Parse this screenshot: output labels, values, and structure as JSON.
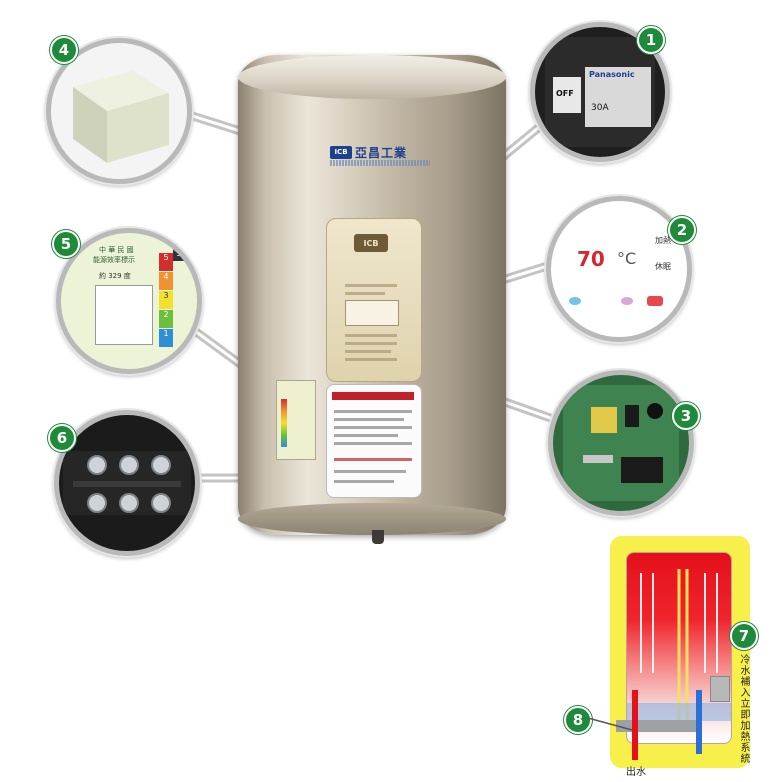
{
  "brand": {
    "logo": "ICB",
    "name": "亞昌工業",
    "panel_logo": "ICB"
  },
  "callouts": [
    {
      "number": "1",
      "description": "breaker-switch"
    },
    {
      "number": "2",
      "description": "temperature-display"
    },
    {
      "number": "3",
      "description": "circuit-board"
    },
    {
      "number": "4",
      "description": "insulation-block"
    },
    {
      "number": "5",
      "description": "energy-label"
    },
    {
      "number": "6",
      "description": "terminal-block"
    },
    {
      "number": "7",
      "description": "cold-water-inlet"
    },
    {
      "number": "8",
      "description": "hot-water-outlet"
    }
  ],
  "breaker": {
    "brand": "Panasonic",
    "rating": "30A",
    "state": "OFF"
  },
  "display": {
    "temperature": "70",
    "unit": "°C",
    "heating_label": "加熱",
    "standby_label": "休眠"
  },
  "energy_label": {
    "title_line1": "中 華 民 國",
    "title_line2": "能源效率標示",
    "grade": "5",
    "annual_energy": "約 329 度",
    "levels": [
      "5",
      "4",
      "3",
      "2",
      "1"
    ]
  },
  "schematic": {
    "inlet_text": "冷水補入立即加熱系統",
    "outlet_text": "出水",
    "colors": {
      "background": "#f7ef4a",
      "hot": "#e4101a",
      "cold": "#2e6fd6"
    }
  },
  "colors": {
    "number_badge": "#1e8a3a",
    "ring": "#b9b9b9"
  }
}
